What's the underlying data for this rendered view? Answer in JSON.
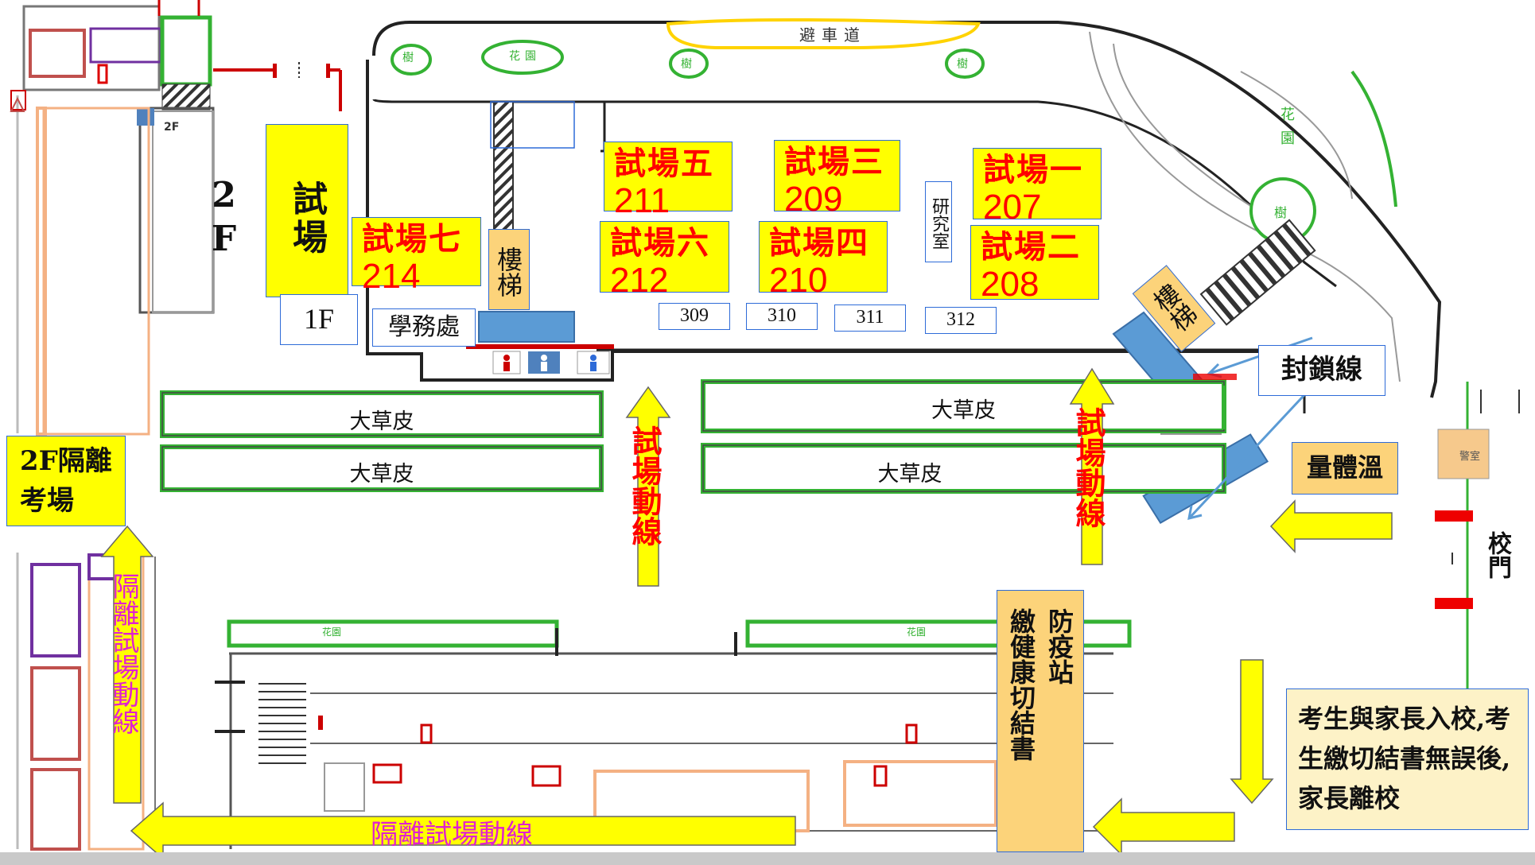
{
  "map_labels": {
    "building_2f_vertical": "試場2F",
    "floor_1f": "1F",
    "floor_2f_small": "2F",
    "isolation_room": "2F隔離考場",
    "academic_office": "學務處",
    "stairs_left": "樓梯",
    "stairs_right": "樓梯",
    "research_room": "研究室",
    "lockdown_line": "封鎖線",
    "temperature": "量體溫",
    "school_gate": "校門",
    "epidemic_station_title": "防疫站",
    "epidemic_station_text": "繳健康切結書",
    "entry_note": "考生與家長入校,考生繳切結書無誤後,家長離校",
    "evacuation_road": "避車道",
    "garden_top": "花園",
    "garden_right": "花園",
    "tree": "樹",
    "garden_small": "花園"
  },
  "exam_rooms": [
    {
      "name": "試場七",
      "room": "214"
    },
    {
      "name": "試場五",
      "room": "211"
    },
    {
      "name": "試場三",
      "room": "209"
    },
    {
      "name": "試場一",
      "room": "207"
    },
    {
      "name": "試場六",
      "room": "212"
    },
    {
      "name": "試場四",
      "room": "210"
    },
    {
      "name": "試場二",
      "room": "208"
    }
  ],
  "other_rooms": [
    "309",
    "310",
    "311",
    "312"
  ],
  "lawns": [
    "大草皮",
    "大草皮",
    "大草皮",
    "大草皮"
  ],
  "routes": {
    "exam_route_1": "試場動線",
    "exam_route_2": "試場動線",
    "isolation_route_vertical": "隔離試場動線",
    "isolation_route_horizontal": "隔離試場動線"
  },
  "colors": {
    "exam_fill": "#ffff00",
    "exam_text": "#ff0000",
    "station_fill": "#fcd37a",
    "block_blue": "#5b9bd5",
    "lawn_green": "#34b233",
    "route_magenta": "#e020d0"
  }
}
